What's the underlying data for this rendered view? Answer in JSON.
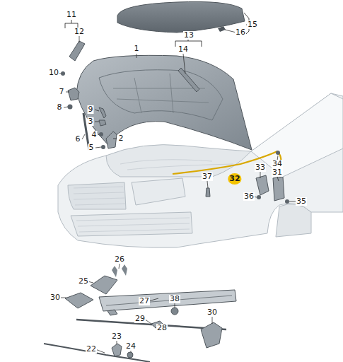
{
  "diagram": {
    "labels": [
      "11",
      "12",
      "13",
      "14",
      "15",
      "16",
      "1",
      "10",
      "7",
      "8",
      "9",
      "3",
      "4",
      "2",
      "6",
      "5",
      "34",
      "33",
      "31",
      "32",
      "37",
      "36",
      "35",
      "26",
      "25",
      "30",
      "27",
      "38",
      "29",
      "28",
      "30",
      "23",
      "22",
      "24"
    ]
  }
}
